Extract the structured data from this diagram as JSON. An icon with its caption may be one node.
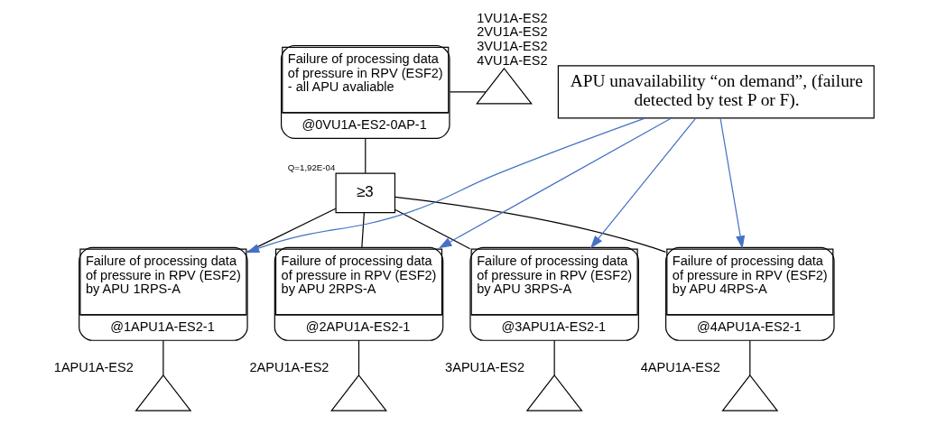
{
  "diagram": {
    "nodes": [
      {
        "text": [
          "Failure of processing data of pressure in RPV (ESF2) - all APU avaliable",
          "@0VU1A-ES2-0AP-1"
        ]
      },
      {
        "text": [],
        "shape": "triangle",
        "beside": [
          "1VU1A-ES2",
          "2VU1A-ES2",
          "3VU1A-ES2",
          "4VU1A-ES2"
        ]
      },
      {
        "text": [
          "≥3"
        ],
        "beside": [
          "Q=1,92E-04"
        ]
      },
      {
        "text": [
          "Failure of processing data of pressure in RPV (ESF2) by APU 1RPS-A",
          "@1APU1A-ES2-1"
        ]
      },
      {
        "text": [
          "Failure of processing data of pressure in RPV (ESF2) by APU 2RPS-A",
          "@2APU1A-ES2-1"
        ]
      },
      {
        "text": [
          "Failure of processing data of pressure in RPV (ESF2) by APU 3RPS-A",
          "@3APU1A-ES2-1"
        ]
      },
      {
        "text": [
          "Failure of processing data of pressure in RPV (ESF2) by APU 4RPS-A",
          "@4APU1A-ES2-1"
        ]
      },
      {
        "text": [],
        "shape": "triangle",
        "beside": [
          "1APU1A-ES2"
        ]
      },
      {
        "text": [],
        "shape": "triangle",
        "beside": [
          "2APU1A-ES2"
        ]
      },
      {
        "text": [],
        "shape": "triangle",
        "beside": [
          "3APU1A-ES2"
        ]
      },
      {
        "text": [],
        "shape": "triangle",
        "beside": [
          "4APU1A-ES2"
        ]
      },
      {
        "text": [
          "APU unavailability “on demand”, (failure detected by test P or F)."
        ]
      }
    ],
    "edges": [
      {
        "from": 0,
        "to": 1,
        "arrow": "none"
      },
      {
        "from": 0,
        "to": 2,
        "arrow": "none"
      },
      {
        "from": 2,
        "to": 3,
        "arrow": "none"
      },
      {
        "from": 2,
        "to": 4,
        "arrow": "none"
      },
      {
        "from": 2,
        "to": 5,
        "arrow": "none"
      },
      {
        "from": 2,
        "to": 6,
        "arrow": "none"
      },
      {
        "from": 3,
        "to": 7,
        "arrow": "none"
      },
      {
        "from": 4,
        "to": 8,
        "arrow": "none"
      },
      {
        "from": 5,
        "to": 9,
        "arrow": "none"
      },
      {
        "from": 6,
        "to": 10,
        "arrow": "none"
      },
      {
        "from": 11,
        "to": 3,
        "arrow": "to",
        "color": "#4472c4"
      },
      {
        "from": 11,
        "to": 4,
        "arrow": "to",
        "color": "#4472c4"
      },
      {
        "from": 11,
        "to": 5,
        "arrow": "to",
        "color": "#4472c4"
      },
      {
        "from": 11,
        "to": 6,
        "arrow": "to",
        "color": "#4472c4"
      }
    ]
  }
}
